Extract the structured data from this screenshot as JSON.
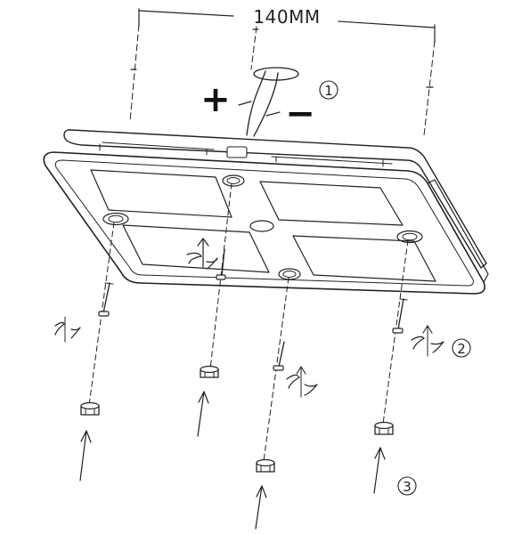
{
  "dimension": {
    "label": "140MM"
  },
  "polarity": {
    "plus": "+",
    "minus": "−"
  },
  "steps": [
    {
      "number": "1"
    },
    {
      "number": "2"
    },
    {
      "number": "3"
    }
  ],
  "colors": {
    "line": "#222222",
    "background": "#ffffff"
  },
  "icons": [
    "rotate-screw-icon",
    "up-arrow-icon",
    "circled-number-icon"
  ]
}
